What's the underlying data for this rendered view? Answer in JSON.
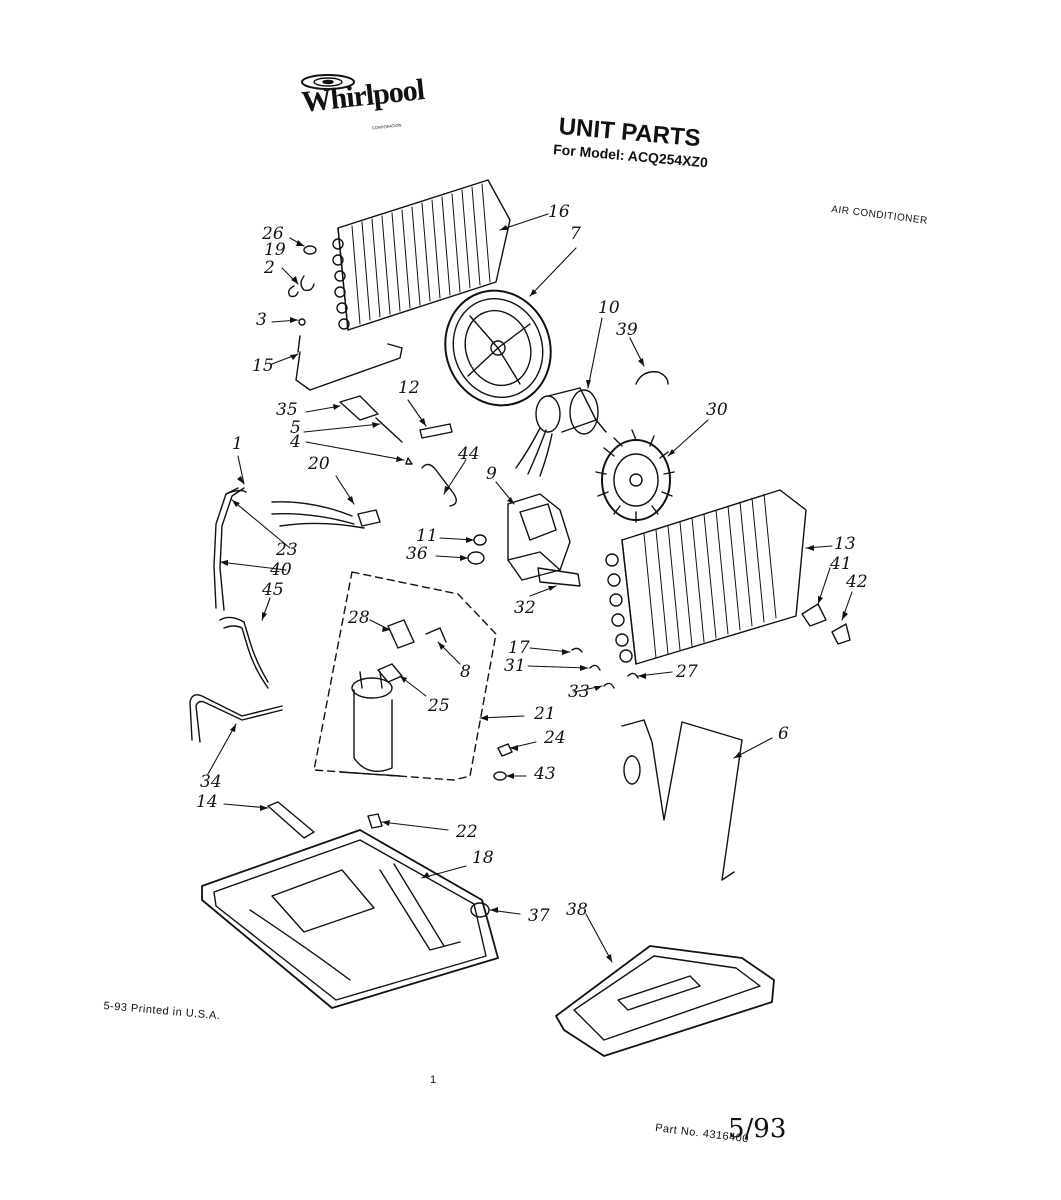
{
  "header": {
    "brand": "Whirlpool",
    "brand_sub": "CORPORATION",
    "title": "UNIT PARTS",
    "model_line": "For Model: ACQ254XZ0",
    "product_type": "AIR CONDITIONER"
  },
  "footer": {
    "printed": "5-93 Printed in U.S.A.",
    "page_number": "1",
    "part_number": "Part No. 4316400",
    "handwritten_date": "5/93"
  },
  "callouts": [
    "26",
    "19",
    "2",
    "3",
    "15",
    "16",
    "7",
    "10",
    "39",
    "30",
    "35",
    "12",
    "5",
    "4",
    "44",
    "1",
    "20",
    "23",
    "40",
    "45",
    "9",
    "11",
    "36",
    "32",
    "13",
    "41",
    "42",
    "28",
    "8",
    "25",
    "21",
    "17",
    "31",
    "27",
    "33",
    "34",
    "24",
    "43",
    "6",
    "14",
    "22",
    "18",
    "37",
    "38"
  ]
}
